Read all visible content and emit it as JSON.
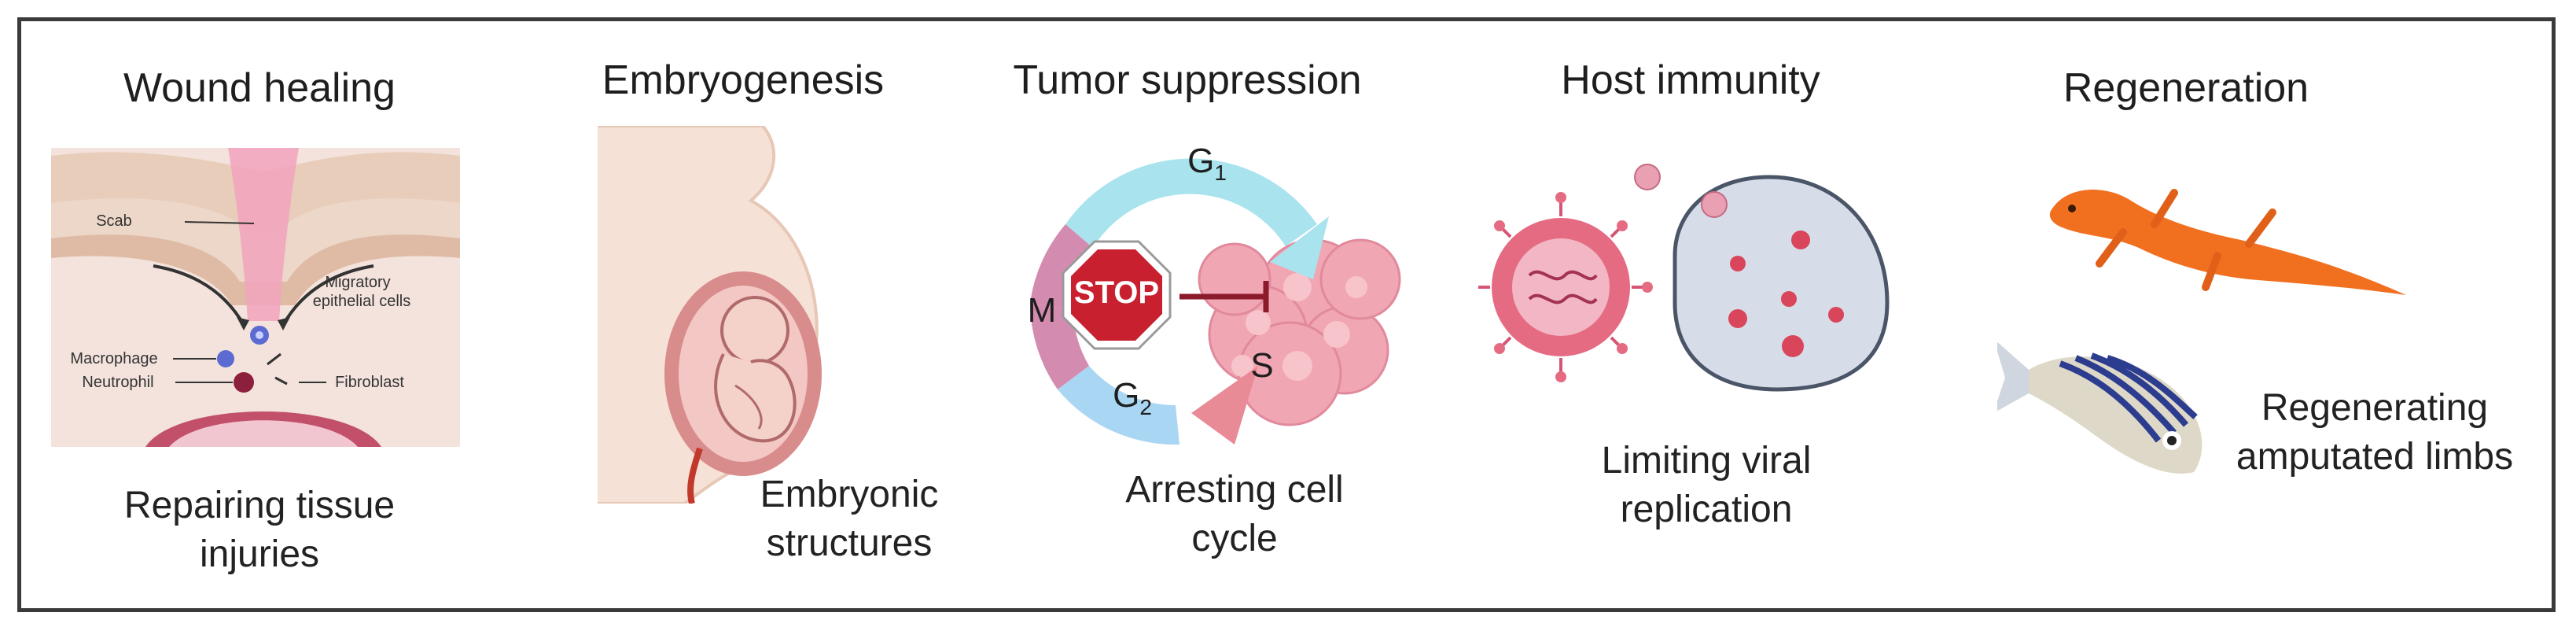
{
  "panels": [
    {
      "title": "Wound healing",
      "caption_line1": "Repairing tissue",
      "caption_line2": "injuries",
      "labels": {
        "scab": "Scab",
        "migratory1": "Migratory",
        "migratory2": "epithelial cells",
        "macrophage": "Macrophage",
        "neutrophil": "Neutrophil",
        "fibroblast": "Fibroblast"
      }
    },
    {
      "title": "Embryogenesis",
      "caption_line1": "Embryonic",
      "caption_line2": "structures"
    },
    {
      "title": "Tumor suppression",
      "caption_line1": "Arresting cell",
      "caption_line2": "cycle",
      "phases": {
        "g1": "G",
        "g1_sub": "1",
        "s": "S",
        "g2": "G",
        "g2_sub": "2",
        "m": "M"
      },
      "stop_sign": "STOP"
    },
    {
      "title": "Host immunity",
      "caption_line1": "Limiting viral",
      "caption_line2": "replication"
    },
    {
      "title": "Regeneration",
      "caption_line1": "Regenerating",
      "caption_line2": "amputated limbs"
    }
  ],
  "colors": {
    "border": "#3a3a3a",
    "wound_pink": "#f2a3bd",
    "skin": "#e8cdbb",
    "belly": "#f6e1d6",
    "uterus": "#d98c8c",
    "cycle_cyan": "#a9e3ee",
    "cycle_pink": "#d48bb0",
    "stop_red": "#c8202e",
    "tumor": "#f1a6b4",
    "virus": "#e56b83",
    "cell": "#d7dde8",
    "newt": "#f07020",
    "fish_stripe": "#2c3d8f"
  },
  "icons": [
    "skin-cross-section",
    "pregnant-silhouette",
    "cell-cycle-ring",
    "stop-sign-icon",
    "virus-icon",
    "host-cell",
    "newt-icon",
    "zebrafish-icon"
  ]
}
